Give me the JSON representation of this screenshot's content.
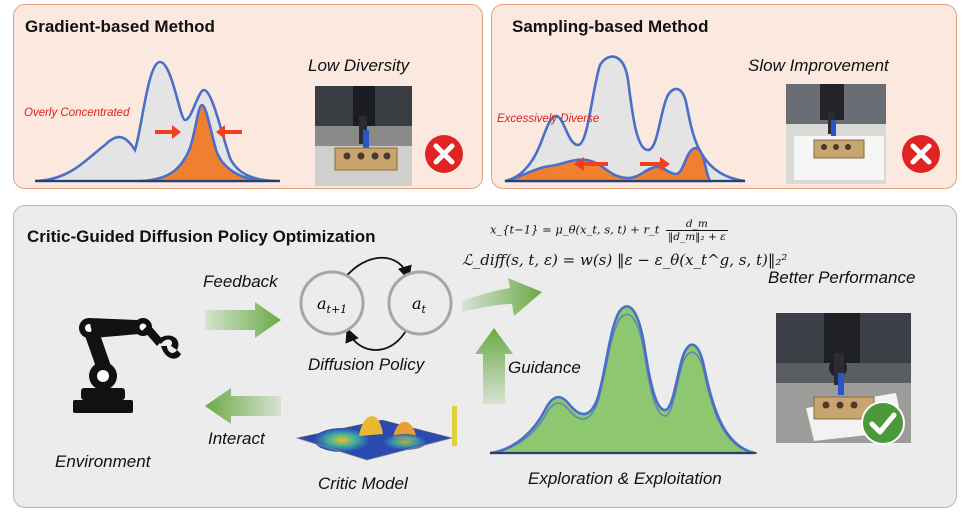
{
  "gradient": {
    "title": "Gradient-based Method",
    "note": "Overly Concentrated",
    "result": "Low Diversity"
  },
  "sampling": {
    "title": "Sampling-based Method",
    "note": "Excessively Diverse",
    "result": "Slow Improvement"
  },
  "cgdpo": {
    "title": "Critic-Guided Diffusion Policy Optimization",
    "feedback": "Feedback",
    "interact": "Interact",
    "environment": "Environment",
    "diffusion_policy": "Diffusion Policy",
    "node_left": "a_{t+1}",
    "node_right": "a_t",
    "critic_model": "Critic Model",
    "guidance": "Guidance",
    "exploration": "Exploration & Exploitation",
    "better": "Better Performance",
    "eq1_lhs": "x_{t−1} = μ_θ(x_t, s, t) + r_t",
    "eq1_num": "d_m",
    "eq1_den": "‖d_m‖₂ + ε",
    "eq2": "ℒ_diff(s, t, ε) = w(s) ‖ε − ε_θ(x_t^g, s, t)‖₂²"
  },
  "colors": {
    "orange": "#f08030",
    "blue": "#4a6fc8",
    "green": "#8dc870",
    "arrow_green": "#6aaa45",
    "red_x": "#e02424",
    "check_green": "#4a9a3a"
  }
}
